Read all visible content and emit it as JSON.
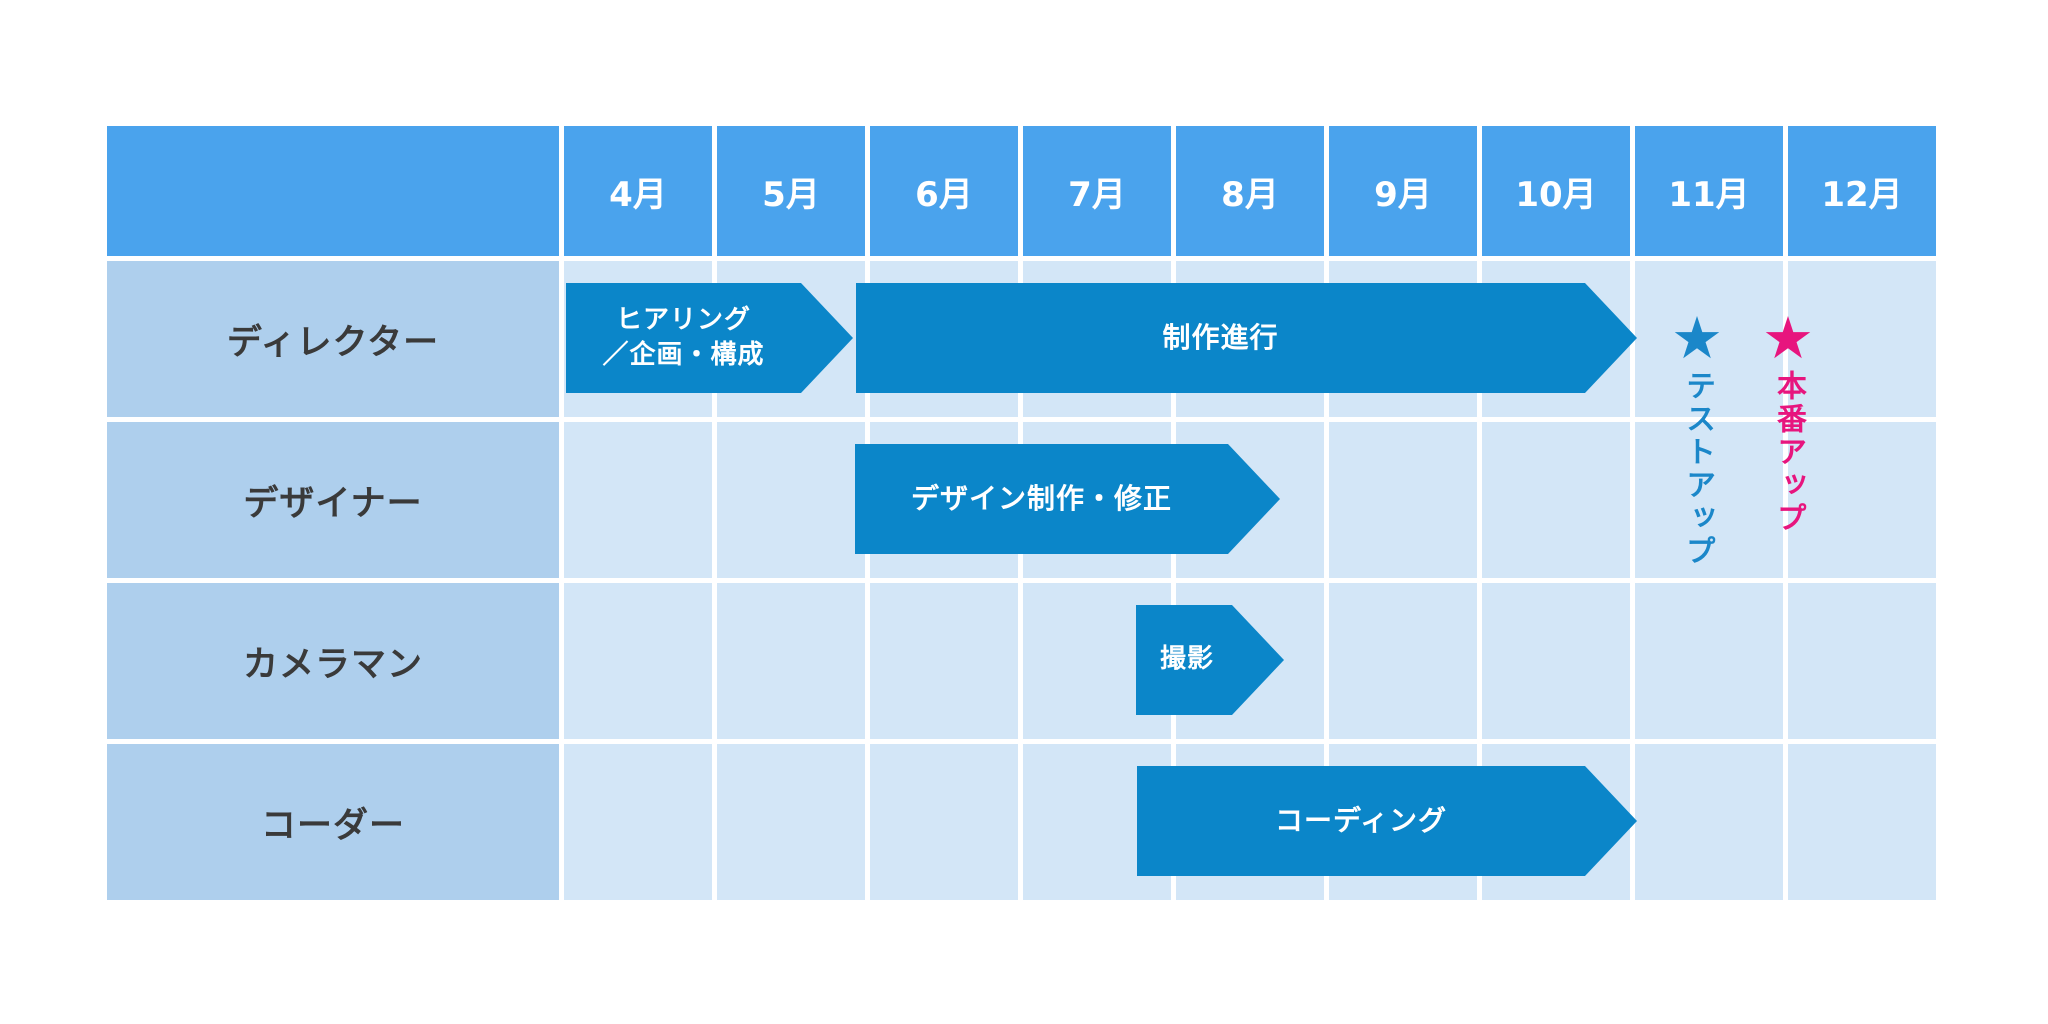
{
  "table": {
    "corner_label": "",
    "months": [
      "4月",
      "5月",
      "6月",
      "7月",
      "8月",
      "9月",
      "10月",
      "11月",
      "12月"
    ],
    "rows": [
      {
        "label": "ディレクター"
      },
      {
        "label": "デザイナー"
      },
      {
        "label": "カメラマン"
      },
      {
        "label": "コーダー"
      }
    ]
  },
  "arrows": [
    {
      "row": "ディレクター",
      "label": "ヒアリング\n／企画・構成"
    },
    {
      "row": "ディレクター",
      "label": "制作進行"
    },
    {
      "row": "デザイナー",
      "label": "デザイン制作・修正"
    },
    {
      "row": "カメラマン",
      "label": "撮影"
    },
    {
      "row": "コーダー",
      "label": "コーディング"
    }
  ],
  "milestones": [
    {
      "star": "★",
      "label": "テストアップ",
      "color": "#1b87c9"
    },
    {
      "star": "★",
      "label": "本番アップ",
      "color": "#e7157e"
    }
  ],
  "colors": {
    "header_bg": "#4aa3ed",
    "row_label_bg": "#aecfed",
    "body_cell_bg": "#d3e6f7",
    "arrow_fill": "#0b86c9",
    "arrow_text": "#ffffff",
    "milestone_test_blue": "#1b87c9",
    "milestone_live_pink": "#e7157e",
    "row_label_text": "#3a3a3a",
    "grid_line": "#ffffff"
  },
  "chart_data": {
    "type": "gantt",
    "title": "",
    "x_axis": {
      "unit": "month",
      "labels": [
        "4月",
        "5月",
        "6月",
        "7月",
        "8月",
        "9月",
        "10月",
        "11月",
        "12月"
      ],
      "range": [
        4,
        13
      ]
    },
    "lanes": [
      "ディレクター",
      "デザイナー",
      "カメラマン",
      "コーダー"
    ],
    "tasks": [
      {
        "lane": "ディレクター",
        "label": "ヒアリング／企画・構成",
        "start_month": 4.0,
        "end_month": 5.9
      },
      {
        "lane": "ディレクター",
        "label": "制作進行",
        "start_month": 5.9,
        "end_month": 11.0
      },
      {
        "lane": "デザイナー",
        "label": "デザイン制作・修正",
        "start_month": 5.9,
        "end_month": 8.7
      },
      {
        "lane": "カメラマン",
        "label": "撮影",
        "start_month": 7.75,
        "end_month": 8.7
      },
      {
        "lane": "コーダー",
        "label": "コーディング",
        "start_month": 7.75,
        "end_month": 11.0
      }
    ],
    "milestones": [
      {
        "label": "テストアップ",
        "month": 11.4,
        "color": "#1b87c9"
      },
      {
        "label": "本番アップ",
        "month": 12.0,
        "color": "#e7157e"
      }
    ],
    "legend_position": "none",
    "grid": true
  }
}
